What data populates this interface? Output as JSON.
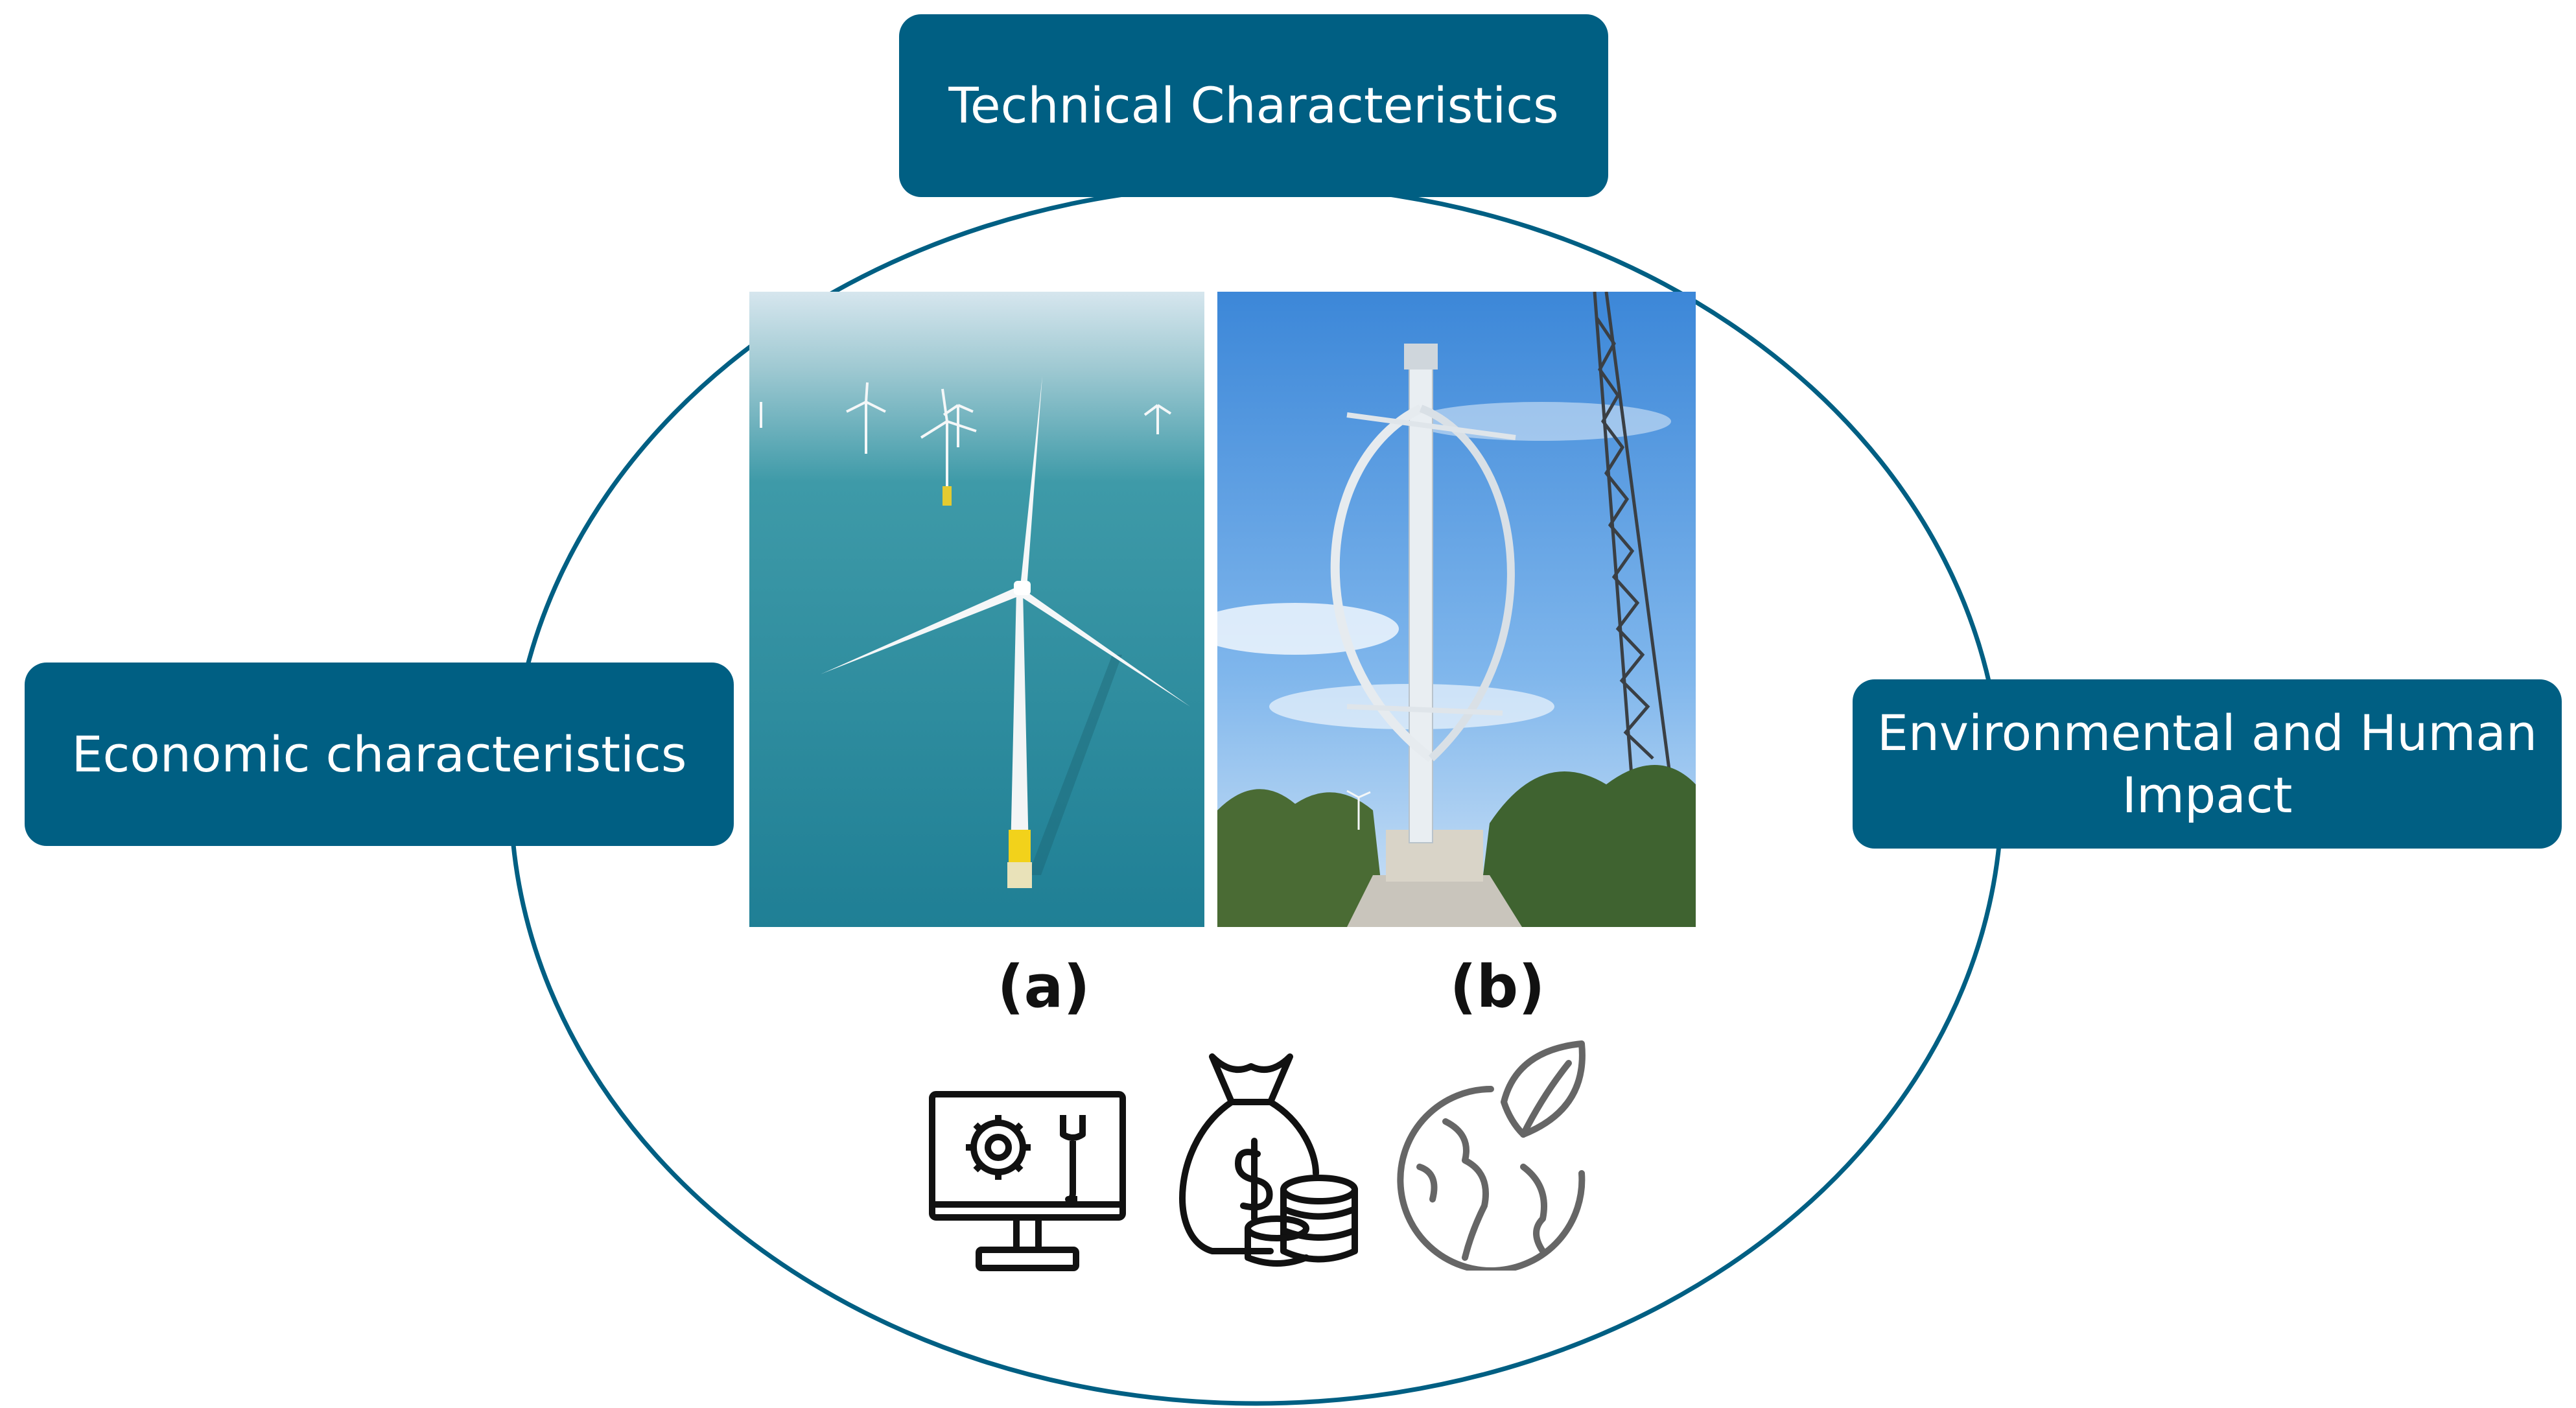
{
  "diagram": {
    "accent_color": "#005f83",
    "nodes": {
      "top": {
        "label": "Technical Characteristics"
      },
      "left": {
        "label": "Economic characteristics"
      },
      "right": {
        "label": "Environmental and Human Impact"
      }
    },
    "photos": [
      {
        "id": "a",
        "label": "(a)",
        "subject": "offshore-horizontal-axis-wind-turbines"
      },
      {
        "id": "b",
        "label": "(b)",
        "subject": "vertical-axis-darrieus-wind-turbine"
      }
    ],
    "icons": [
      "tech-monitor-gear-wrench-icon",
      "money-bag-coins-icon",
      "earth-leaf-icon"
    ]
  }
}
